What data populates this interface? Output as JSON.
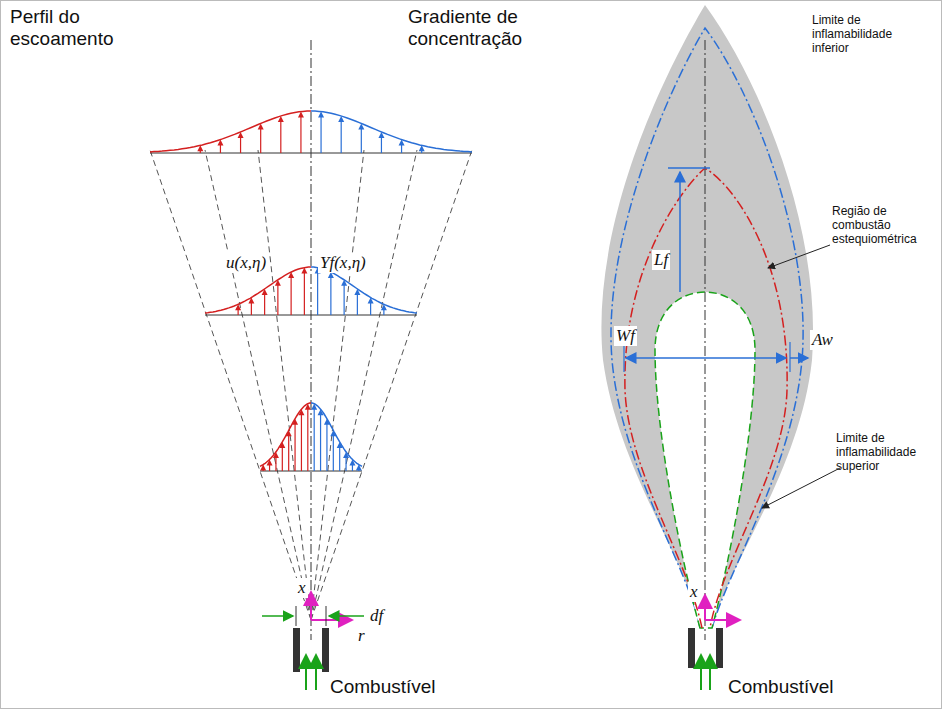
{
  "diagram": {
    "labels": [
      "Perfil do escoamento",
      "Gradiente de concentração",
      "u(x,η)",
      "Yf(x,η)",
      "x",
      "df",
      "r",
      "Combustível",
      "Limite de inflamabilidade inferior",
      "Lf",
      "Região de combustão estequiométrica",
      "Wf",
      "Aw",
      "Limite de inflamabilidade superior",
      "x",
      "Combustível"
    ]
  }
}
